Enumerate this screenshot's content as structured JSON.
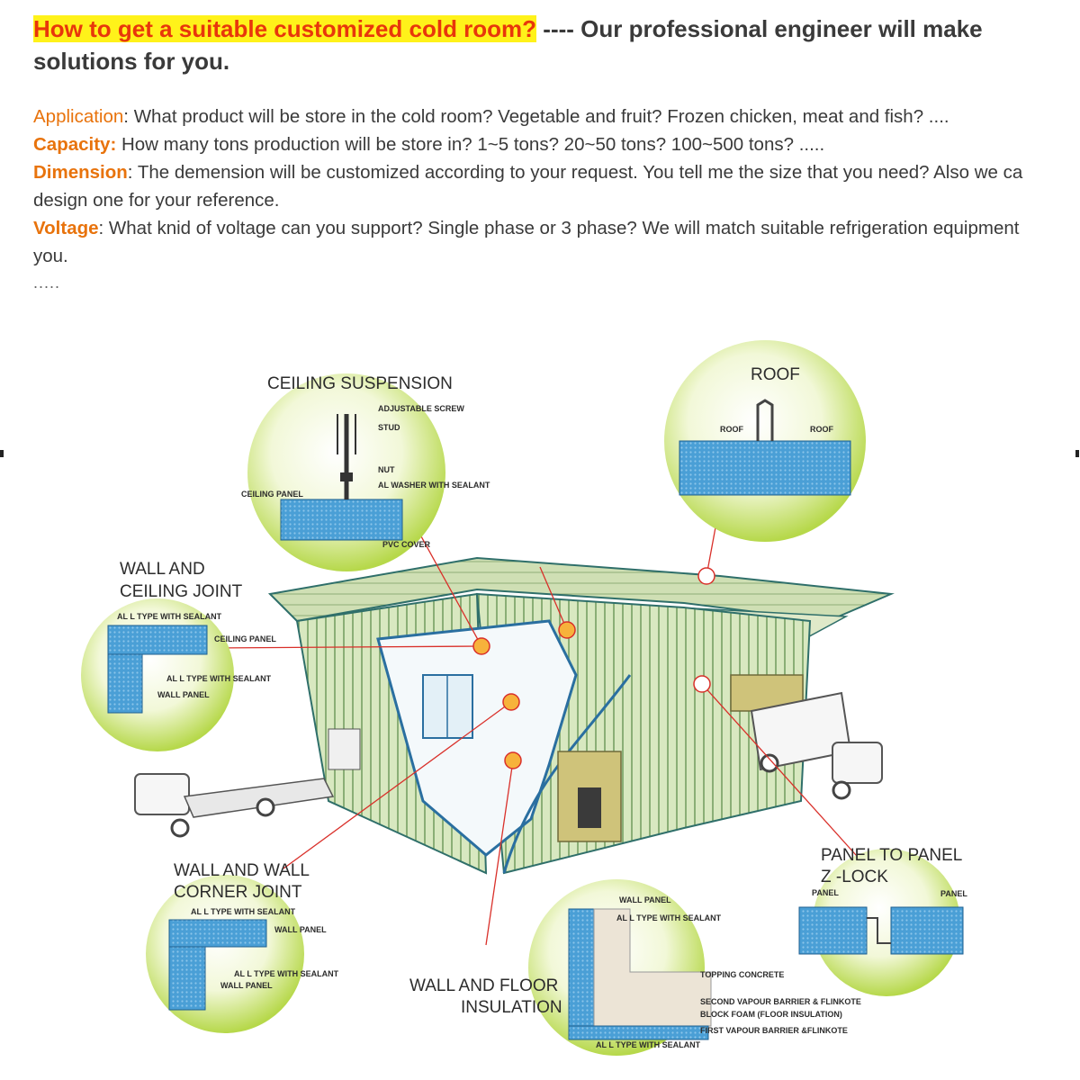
{
  "header": {
    "question": "How to get a suitable customized cold room?",
    "answer": " ---- Our professional engineer will make solutions for you."
  },
  "items": [
    {
      "label": "Application",
      "text": ": What product will be store in the cold room? Vegetable and fruit? Frozen chicken, meat and fish? ...."
    },
    {
      "label": "Capacity:",
      "text": " How many tons production will be store in? 1~5 tons? 20~50 tons? 100~500 tons? ....."
    },
    {
      "label": "Dimension",
      "text": ": The demension will be customized according to your request. You tell me the size that you need? Also we ca",
      "text2": "design one for your reference."
    },
    {
      "label": "Voltage",
      "text": ": What knid of voltage can you support? Single phase or 3 phase? We will match suitable refrigeration equipment",
      "text2": "you."
    }
  ],
  "ellipsis": ".....",
  "diagram": {
    "ceiling": {
      "title": "CEILING SUSPENSION",
      "l1": "ADJUSTABLE SCREW",
      "l2": "STUD",
      "l3": "NUT",
      "l4": "AL WASHER WITH SEALANT",
      "l5": "CEILING PANEL",
      "l6": "PVC COVER"
    },
    "roof": {
      "title": "ROOF",
      "l1": "ROOF",
      "l2": "ROOF"
    },
    "wallceil": {
      "t1": "WALL AND",
      "t2": "CEILING JOINT",
      "l1": "AL L TYPE WITH SEALANT",
      "l2": "CEILING PANEL",
      "l3": "AL L TYPE WITH SEALANT",
      "l4": "WALL PANEL"
    },
    "wallwall": {
      "t1": "WALL AND WALL",
      "t2": "CORNER JOINT",
      "l1": "AL L TYPE WITH SEALANT",
      "l2": "WALL PANEL",
      "l3": "AL L TYPE WITH SEALANT",
      "l4": "WALL PANEL"
    },
    "wallfloor": {
      "t1": "WALL AND FLOOR",
      "t2": "INSULATION",
      "l1": "WALL PANEL",
      "l2": "AL L TYPE WITH SEALANT",
      "l3": "TOPPING CONCRETE",
      "l4": "SECOND VAPOUR BARRIER & FLINKOTE",
      "l5": "BLOCK FOAM (FLOOR INSULATION)",
      "l6": "FIRST VAPOUR BARRIER &FLINKOTE",
      "l7": "AL L TYPE WITH SEALANT"
    },
    "panel": {
      "t1": "PANEL TO PANEL",
      "t2": "Z -LOCK",
      "l1": "PANEL",
      "l2": "PANEL"
    }
  },
  "colors": {
    "highlight": "#fff21a",
    "question": "#e8360b",
    "label": "#e8730c",
    "text": "#3a3a3a",
    "panel": "#4a9fd6",
    "callout": "#d9302a"
  }
}
